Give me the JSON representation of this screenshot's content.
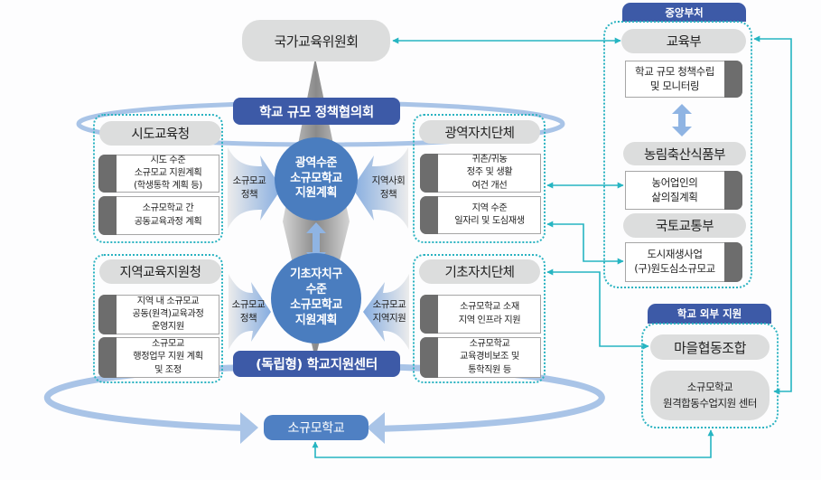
{
  "national_committee": {
    "label": "국가교육위원회"
  },
  "policy_council": {
    "label": "학교 규모 정책협의회"
  },
  "support_center": {
    "label": "(독립형) 학교지원센터"
  },
  "small_school": {
    "label": "소규모학교"
  },
  "circles": {
    "regional_plan": [
      "광역수준",
      "소규모학교",
      "지원계획"
    ],
    "local_plan": [
      "기초자치구",
      "수준",
      "소규모학교",
      "지원계획"
    ]
  },
  "flow_arrows": {
    "left_top": [
      "소규모교",
      "정책"
    ],
    "right_top": [
      "지역사회",
      "정책"
    ],
    "left_bottom": [
      "소규모교",
      "정책"
    ],
    "right_bottom": [
      "소규모교",
      "지역지원"
    ]
  },
  "groups": {
    "provincial_office": {
      "title": "시도교육청",
      "items": [
        [
          "시도 수준",
          "소규모교 지원계획",
          "(학생통학 계획 등)"
        ],
        [
          "소규모학교 간",
          "공동교육과정 계획"
        ]
      ]
    },
    "district_office": {
      "title": "지역교육지원청",
      "items": [
        [
          "지역 내 소규모교",
          "공동(원격)교육과정",
          "운영지원"
        ],
        [
          "소규모교",
          "행정업무 지원 계획",
          "및 조정"
        ]
      ]
    },
    "metropolitan_gov": {
      "title": "광역자치단체",
      "items": [
        [
          "귀촌/귀농",
          "정주 및 생활",
          "여건 개선"
        ],
        [
          "지역 수준",
          "일자리 및 도심재생"
        ]
      ]
    },
    "local_gov": {
      "title": "기초자치단체",
      "items": [
        [
          "소규모학교 소재",
          "지역 인프라 지원"
        ],
        [
          "소규모학교",
          "교육경비보조 및",
          "통학직원 등"
        ]
      ]
    }
  },
  "central_ministries": {
    "tab": "중앙부처",
    "ministries": [
      {
        "name": "교육부",
        "item": [
          "학교 규모 청책수립",
          "및 모니터링"
        ]
      },
      {
        "name": "농림축산식품부",
        "item": [
          "농어업인의",
          "삶의질계획"
        ]
      },
      {
        "name": "국토교통부",
        "item": [
          "도시재생사업",
          "(구)원도심소규모교"
        ]
      }
    ]
  },
  "external_support": {
    "tab": "학교 외부 지원",
    "items": [
      [
        "마을협동조합"
      ],
      [
        "소규모학교",
        "원격합동수업지원 센터"
      ]
    ]
  },
  "colors": {
    "banner_blue": "#3d5aa7",
    "circle_blue": "#4a7dbf",
    "ring_light_blue": "#a9c4e7",
    "connector_teal": "#26b5c2",
    "pill_gray": "#dcdddd",
    "tab_dark_gray": "#6d6d6d"
  }
}
